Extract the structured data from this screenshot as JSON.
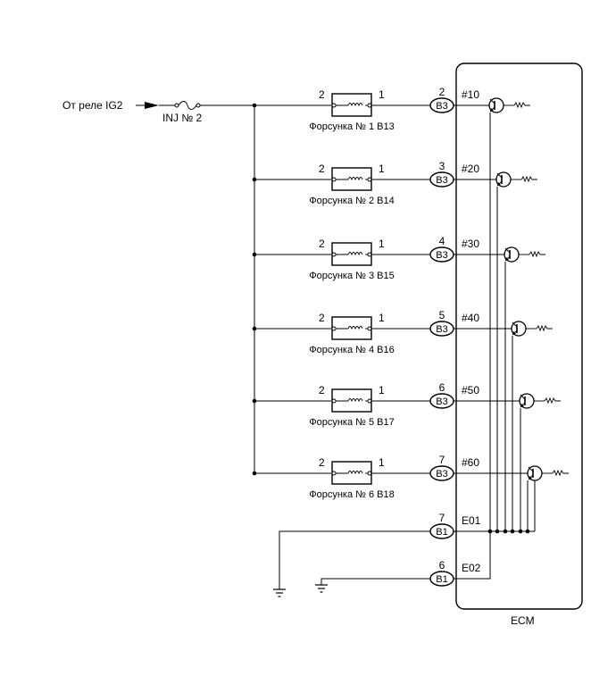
{
  "source": {
    "label": "От реле IG2",
    "fuse_label": "INJ № 2"
  },
  "injectors": [
    {
      "name": "Форсунка № 1 B13",
      "pin_left": "2",
      "pin_right": "1",
      "ecm_pin": "2",
      "connector": "B3",
      "signal": "#10"
    },
    {
      "name": "Форсунка № 2 B14",
      "pin_left": "2",
      "pin_right": "1",
      "ecm_pin": "3",
      "connector": "B3",
      "signal": "#20"
    },
    {
      "name": "Форсунка № 3 B15",
      "pin_left": "2",
      "pin_right": "1",
      "ecm_pin": "4",
      "connector": "B3",
      "signal": "#30"
    },
    {
      "name": "Форсунка № 4 B16",
      "pin_left": "2",
      "pin_right": "1",
      "ecm_pin": "5",
      "connector": "B3",
      "signal": "#40"
    },
    {
      "name": "Форсунка № 5 B17",
      "pin_left": "2",
      "pin_right": "1",
      "ecm_pin": "6",
      "connector": "B3",
      "signal": "#50"
    },
    {
      "name": "Форсунка № 6 B18",
      "pin_left": "2",
      "pin_right": "1",
      "ecm_pin": "7",
      "connector": "B3",
      "signal": "#60"
    }
  ],
  "grounds": [
    {
      "ecm_pin": "7",
      "connector": "B1",
      "signal": "E01"
    },
    {
      "ecm_pin": "6",
      "connector": "B1",
      "signal": "E02"
    }
  ],
  "ecm": {
    "label": "ECM"
  }
}
